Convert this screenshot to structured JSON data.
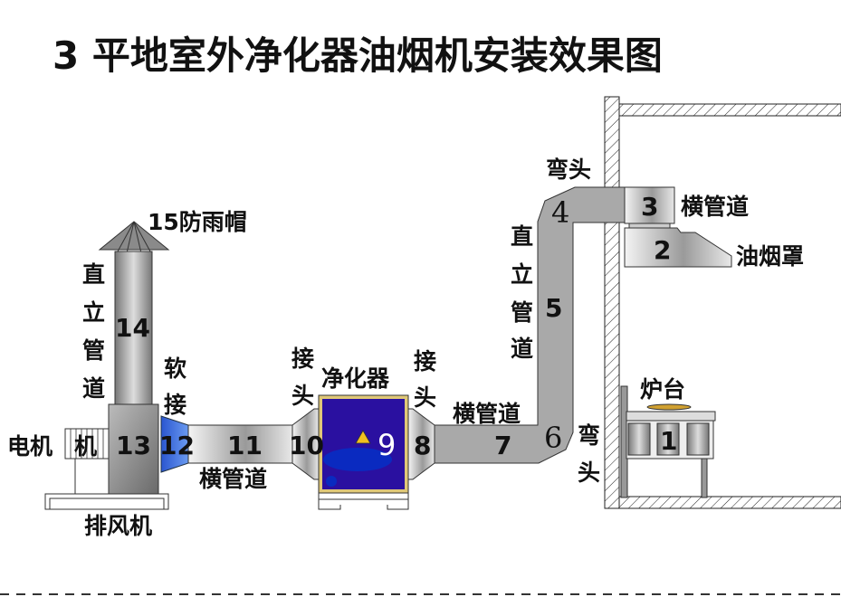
{
  "title": "3 平地室外净化器油烟机安装效果图",
  "labels": {
    "rain_cap": "15防雨帽",
    "vertical_duct_left": [
      "直",
      "立",
      "管",
      "道"
    ],
    "soft_joint": [
      "软",
      "接"
    ],
    "motor": "电机",
    "motor_inner": "机",
    "horizontal_duct_11": "横管道",
    "exhaust_fan": "排风机",
    "joint_left": [
      "接",
      "头"
    ],
    "purifier": "净化器",
    "joint_right": [
      "接",
      "头"
    ],
    "horizontal_duct_7": "横管道",
    "elbow_bottom": [
      "弯",
      "头"
    ],
    "vertical_duct_right": [
      "直",
      "立",
      "管",
      "道"
    ],
    "elbow_top": "弯头",
    "horizontal_duct_3": "横管道",
    "hood": "油烟罩",
    "stove": "炉台"
  },
  "numbers": {
    "n1": "1",
    "n2": "2",
    "n3": "3",
    "n4": "4",
    "n5": "5",
    "n6": "6",
    "n7": "7",
    "n8": "8",
    "n9": "9",
    "n10": "10",
    "n11": "11",
    "n12": "12",
    "n13": "13",
    "n14": "14"
  },
  "colors": {
    "duct_gray": "#a9a9a9",
    "purifier_blue": "#2a10a0",
    "purifier_border": "#e0c878",
    "soft_joint_blue": "#3a6ee0",
    "warning_yellow": "#f0c020"
  }
}
